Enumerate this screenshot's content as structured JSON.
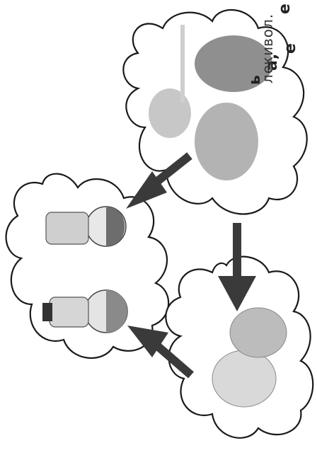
{
  "page_text": {
    "fragments": [
      {
        "id": "frag1",
        "text": "ь"
      },
      {
        "id": "frag2",
        "text": "а,"
      },
      {
        "id": "frag3",
        "text": "е"
      },
      {
        "id": "frag4",
        "text": "ле"
      },
      {
        "id": "frag5",
        "text": "ки"
      },
      {
        "id": "frag6",
        "text": "во"
      },
      {
        "id": "frag7",
        "text": "л."
      },
      {
        "id": "frag8",
        "text": "е"
      }
    ]
  },
  "icons": {
    "cloud": "cloud-shape",
    "arrow": "dark-arrow",
    "pets": "cat-and-dog",
    "wild_animals": "wild-cats-and-raccoon",
    "children": "boy-and-girl"
  },
  "colors": {
    "cloud_outline": "#1a1a1a",
    "arrow_fill": "#3a3a3a",
    "background": "#ffffff"
  }
}
